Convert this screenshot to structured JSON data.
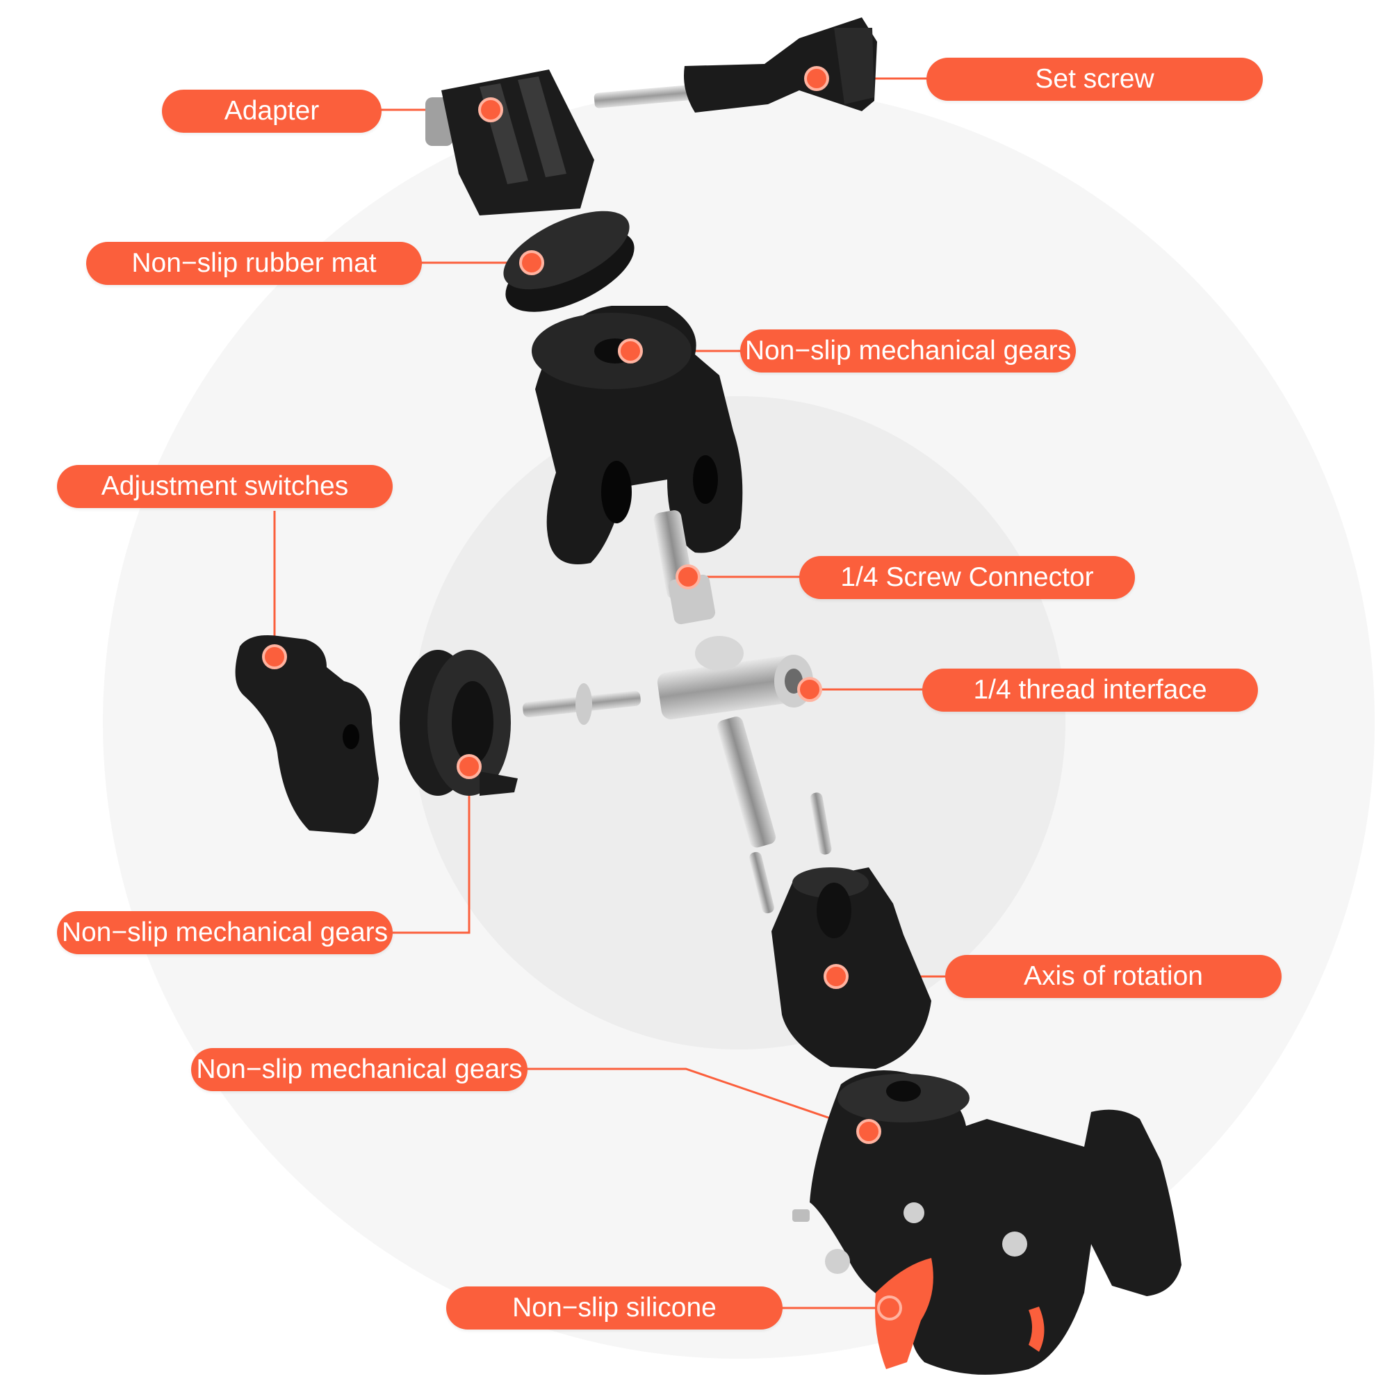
{
  "colors": {
    "accent": "#fb5f3c",
    "part": "#1b1b1b",
    "metal": "#b9b9b9",
    "backdrop_outer": "#f6f6f6",
    "backdrop_inner": "#ededed"
  },
  "labels": {
    "set_screw": "Set screw",
    "adapter": "Adapter",
    "rubber_mat": "Non−slip rubber mat",
    "gears_top": "Non−slip mechanical gears",
    "adjustment_switches": "Adjustment switches",
    "screw_connector": "1/4 Screw Connector",
    "thread_interface": "1/4 thread interface",
    "gears_left": "Non−slip mechanical gears",
    "axis_rotation": "Axis of rotation",
    "gears_bottom": "Non−slip mechanical gears",
    "silicone": "Non−slip silicone"
  }
}
